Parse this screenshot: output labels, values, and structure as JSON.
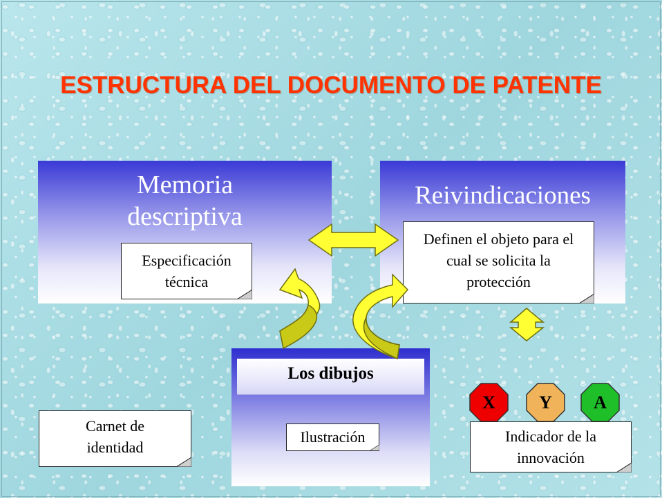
{
  "title": "ESTRUCTURA DEL DOCUMENTO DE PATENTE",
  "memoria": {
    "title_line1": "Memoria",
    "title_line2": "descriptiva",
    "note_line1": "Especificación",
    "note_line2": "técnica"
  },
  "reivindicaciones": {
    "title": "Reivindicaciones",
    "note_line1": "Definen el objeto para el",
    "note_line2": "cual se solicita la",
    "note_line3": "protección"
  },
  "dibujos": {
    "title": "Los dibujos",
    "note": "Ilustración"
  },
  "carnet": {
    "line1": "Carnet de",
    "line2": "identidad"
  },
  "indicator": {
    "badges": [
      {
        "label": "X",
        "color": "#ee0000"
      },
      {
        "label": "Y",
        "color": "#f0b35a"
      },
      {
        "label": "A",
        "color": "#1fbf2a"
      }
    ],
    "note_line1": "Indicador de la",
    "note_line2": "innovación"
  },
  "colors": {
    "title": "#ff3300",
    "arrow_fill": "#ffff33",
    "arrow_stroke": "#7a7a10",
    "box_top": "#3a3ad6"
  }
}
